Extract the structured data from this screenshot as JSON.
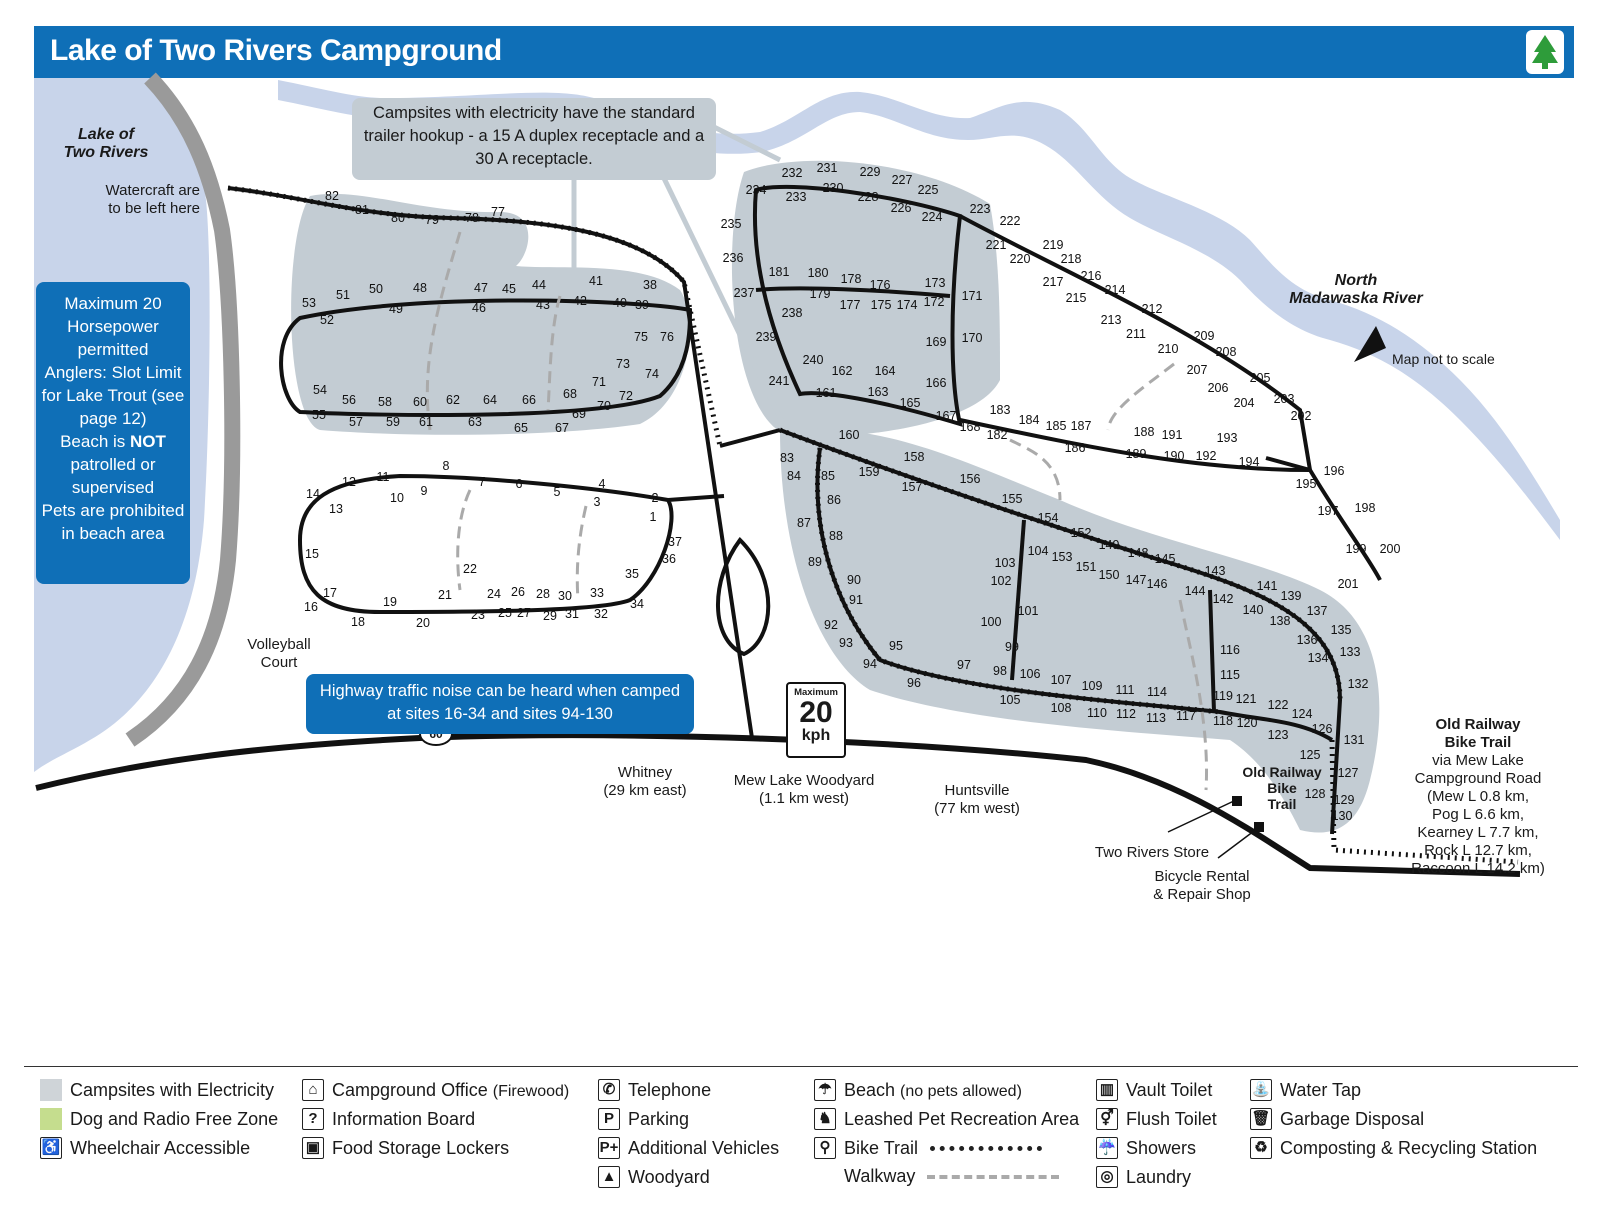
{
  "header": {
    "title": "Lake of Two Rivers Campground"
  },
  "colors": {
    "header_blue": "#0f6fb7",
    "electric_area": "#c3ccd3",
    "lake": "#c8d4ea",
    "river": "#c8d4ea",
    "road": "#111111"
  },
  "labels": {
    "lake": "Lake of\nTwo Rivers",
    "river": "North\nMadawaska River",
    "watercraft": "Watercraft are\nto be left here",
    "volleyball": "Volleyball\nCourt",
    "map_scale": "Map not to scale",
    "highway_number": "60",
    "whitney": "Whitney\n(29 km east)",
    "mew_lake": "Mew Lake Woodyard\n(1.1 km west)",
    "huntsville": "Huntsville\n(77 km west)",
    "store": "Two Rivers Store",
    "bike_rental": "Bicycle Rental\n& Repair Shop",
    "old_railway_local": "Old Railway\nBike\nTrail",
    "old_railway_title": "Old Railway\nBike Trail",
    "old_railway_details": "via Mew Lake\nCampground Road\n(Mew L 0.8 km,\nPog L 6.6 km,\nKearney L 7.7 km,\nRock L 12.7 km,\nRaccoon L 14.2 km)",
    "speed_max": "Maximum",
    "speed_value": "20",
    "speed_unit": "kph"
  },
  "notices": {
    "electric": "Campsites with electricity have the standard trailer hookup - a 15 A duplex receptacle and a 30 A receptacle.",
    "lake_rules_1": "Maximum 20 Horsepower permitted",
    "lake_rules_2": "Anglers: Slot Limit for Lake Trout (see page 12)",
    "lake_rules_3a": "Beach is ",
    "lake_rules_3b": "NOT",
    "lake_rules_3c": " patrolled or supervised",
    "lake_rules_4": "Pets are prohibited in beach area",
    "highway_noise": "Highway traffic noise can be heard when camped at sites 16-34 and sites 94-130"
  },
  "sites": [
    [
      "82",
      332,
      200
    ],
    [
      "81",
      362,
      214
    ],
    [
      "80",
      398,
      222
    ],
    [
      "79",
      432,
      224
    ],
    [
      "78",
      472,
      222
    ],
    [
      "77",
      498,
      216
    ],
    [
      "53",
      309,
      307
    ],
    [
      "51",
      343,
      299
    ],
    [
      "50",
      376,
      293
    ],
    [
      "48",
      420,
      292
    ],
    [
      "47",
      481,
      292
    ],
    [
      "45",
      509,
      293
    ],
    [
      "44",
      539,
      289
    ],
    [
      "41",
      596,
      285
    ],
    [
      "38",
      650,
      289
    ],
    [
      "52",
      327,
      324
    ],
    [
      "49",
      396,
      313
    ],
    [
      "46",
      479,
      312
    ],
    [
      "43",
      543,
      309
    ],
    [
      "42",
      580,
      305
    ],
    [
      "40",
      620,
      307
    ],
    [
      "39",
      642,
      309
    ],
    [
      "75",
      641,
      341
    ],
    [
      "76",
      667,
      341
    ],
    [
      "73",
      623,
      368
    ],
    [
      "74",
      652,
      378
    ],
    [
      "71",
      599,
      386
    ],
    [
      "72",
      626,
      400
    ],
    [
      "68",
      570,
      398
    ],
    [
      "70",
      604,
      410
    ],
    [
      "54",
      320,
      394
    ],
    [
      "56",
      349,
      404
    ],
    [
      "58",
      385,
      406
    ],
    [
      "60",
      420,
      406
    ],
    [
      "62",
      453,
      404
    ],
    [
      "64",
      490,
      404
    ],
    [
      "66",
      529,
      404
    ],
    [
      "55",
      319,
      419
    ],
    [
      "57",
      356,
      426
    ],
    [
      "59",
      393,
      426
    ],
    [
      "61",
      426,
      426
    ],
    [
      "63",
      475,
      426
    ],
    [
      "65",
      521,
      432
    ],
    [
      "67",
      562,
      432
    ],
    [
      "69",
      579,
      418
    ],
    [
      "8",
      446,
      470
    ],
    [
      "7",
      482,
      486
    ],
    [
      "6",
      519,
      488
    ],
    [
      "5",
      557,
      496
    ],
    [
      "4",
      602,
      488
    ],
    [
      "2",
      655,
      502
    ],
    [
      "3",
      597,
      506
    ],
    [
      "1",
      653,
      521
    ],
    [
      "11",
      383,
      481
    ],
    [
      "12",
      349,
      486
    ],
    [
      "9",
      424,
      495
    ],
    [
      "10",
      397,
      502
    ],
    [
      "14",
      313,
      498
    ],
    [
      "13",
      336,
      513
    ],
    [
      "37",
      675,
      546
    ],
    [
      "36",
      669,
      563
    ],
    [
      "35",
      632,
      578
    ],
    [
      "34",
      637,
      608
    ],
    [
      "33",
      597,
      597
    ],
    [
      "32",
      601,
      618
    ],
    [
      "30",
      565,
      600
    ],
    [
      "28",
      543,
      598
    ],
    [
      "26",
      518,
      596
    ],
    [
      "24",
      494,
      598
    ],
    [
      "22",
      470,
      573
    ],
    [
      "21",
      445,
      599
    ],
    [
      "31",
      572,
      618
    ],
    [
      "29",
      550,
      620
    ],
    [
      "27",
      524,
      617
    ],
    [
      "25",
      505,
      617
    ],
    [
      "23",
      478,
      619
    ],
    [
      "20",
      423,
      627
    ],
    [
      "15",
      312,
      558
    ],
    [
      "17",
      330,
      597
    ],
    [
      "16",
      311,
      611
    ],
    [
      "19",
      390,
      606
    ],
    [
      "18",
      358,
      626
    ],
    [
      "232",
      792,
      177
    ],
    [
      "231",
      827,
      172
    ],
    [
      "229",
      870,
      176
    ],
    [
      "227",
      902,
      184
    ],
    [
      "225",
      928,
      194
    ],
    [
      "223",
      980,
      213
    ],
    [
      "222",
      1010,
      225
    ],
    [
      "234",
      756,
      194
    ],
    [
      "233",
      796,
      201
    ],
    [
      "230",
      833,
      192
    ],
    [
      "228",
      868,
      201
    ],
    [
      "226",
      901,
      212
    ],
    [
      "224",
      932,
      221
    ],
    [
      "235",
      731,
      228
    ],
    [
      "236",
      733,
      262
    ],
    [
      "237",
      744,
      297
    ],
    [
      "238",
      792,
      317
    ],
    [
      "239",
      766,
      341
    ],
    [
      "240",
      813,
      364
    ],
    [
      "241",
      779,
      385
    ],
    [
      "181",
      779,
      276
    ],
    [
      "180",
      818,
      277
    ],
    [
      "178",
      851,
      283
    ],
    [
      "176",
      880,
      289
    ],
    [
      "173",
      935,
      287
    ],
    [
      "171",
      972,
      300
    ],
    [
      "179",
      820,
      298
    ],
    [
      "177",
      850,
      309
    ],
    [
      "175",
      881,
      309
    ],
    [
      "174",
      907,
      309
    ],
    [
      "172",
      934,
      306
    ],
    [
      "170",
      972,
      342
    ],
    [
      "169",
      936,
      346
    ],
    [
      "166",
      936,
      387
    ],
    [
      "164",
      885,
      375
    ],
    [
      "162",
      842,
      375
    ],
    [
      "161",
      826,
      397
    ],
    [
      "163",
      878,
      396
    ],
    [
      "165",
      910,
      407
    ],
    [
      "167",
      946,
      420
    ],
    [
      "168",
      970,
      431
    ],
    [
      "221",
      996,
      249
    ],
    [
      "220",
      1020,
      263
    ],
    [
      "219",
      1053,
      249
    ],
    [
      "218",
      1071,
      263
    ],
    [
      "217",
      1053,
      286
    ],
    [
      "216",
      1091,
      280
    ],
    [
      "215",
      1076,
      302
    ],
    [
      "214",
      1115,
      294
    ],
    [
      "213",
      1111,
      324
    ],
    [
      "212",
      1152,
      313
    ],
    [
      "211",
      1136,
      338
    ],
    [
      "210",
      1168,
      353
    ],
    [
      "209",
      1204,
      340
    ],
    [
      "208",
      1226,
      356
    ],
    [
      "207",
      1197,
      374
    ],
    [
      "206",
      1218,
      392
    ],
    [
      "205",
      1260,
      382
    ],
    [
      "204",
      1244,
      407
    ],
    [
      "203",
      1284,
      403
    ],
    [
      "202",
      1301,
      420
    ],
    [
      "183",
      1000,
      414
    ],
    [
      "184",
      1029,
      424
    ],
    [
      "185",
      1056,
      430
    ],
    [
      "187",
      1081,
      430
    ],
    [
      "182",
      997,
      439
    ],
    [
      "186",
      1075,
      452
    ],
    [
      "188",
      1144,
      436
    ],
    [
      "191",
      1172,
      439
    ],
    [
      "193",
      1227,
      442
    ],
    [
      "189",
      1136,
      458
    ],
    [
      "190",
      1174,
      460
    ],
    [
      "192",
      1206,
      460
    ],
    [
      "194",
      1249,
      466
    ],
    [
      "196",
      1334,
      475
    ],
    [
      "195",
      1306,
      488
    ],
    [
      "197",
      1328,
      515
    ],
    [
      "198",
      1365,
      512
    ],
    [
      "199",
      1356,
      553
    ],
    [
      "200",
      1390,
      553
    ],
    [
      "201",
      1348,
      588
    ],
    [
      "160",
      849,
      439
    ],
    [
      "158",
      914,
      461
    ],
    [
      "156",
      970,
      483
    ],
    [
      "159",
      869,
      476
    ],
    [
      "157",
      912,
      491
    ],
    [
      "155",
      1012,
      503
    ],
    [
      "154",
      1048,
      522
    ],
    [
      "83",
      787,
      462
    ],
    [
      "84",
      794,
      480
    ],
    [
      "85",
      828,
      480
    ],
    [
      "86",
      834,
      504
    ],
    [
      "87",
      804,
      527
    ],
    [
      "88",
      836,
      540
    ],
    [
      "89",
      815,
      566
    ],
    [
      "90",
      854,
      584
    ],
    [
      "91",
      856,
      604
    ],
    [
      "92",
      831,
      629
    ],
    [
      "93",
      846,
      647
    ],
    [
      "94",
      870,
      668
    ],
    [
      "95",
      896,
      650
    ],
    [
      "96",
      914,
      687
    ],
    [
      "97",
      964,
      669
    ],
    [
      "98",
      1000,
      675
    ],
    [
      "99",
      1012,
      651
    ],
    [
      "100",
      991,
      626
    ],
    [
      "101",
      1028,
      615
    ],
    [
      "102",
      1001,
      585
    ],
    [
      "103",
      1005,
      567
    ],
    [
      "104",
      1038,
      555
    ],
    [
      "153",
      1062,
      561
    ],
    [
      "151",
      1086,
      571
    ],
    [
      "152",
      1081,
      537
    ],
    [
      "150",
      1109,
      579
    ],
    [
      "149",
      1109,
      549
    ],
    [
      "148",
      1138,
      557
    ],
    [
      "147",
      1136,
      584
    ],
    [
      "145",
      1165,
      563
    ],
    [
      "146",
      1157,
      588
    ],
    [
      "144",
      1195,
      595
    ],
    [
      "143",
      1215,
      575
    ],
    [
      "142",
      1223,
      603
    ],
    [
      "141",
      1267,
      590
    ],
    [
      "140",
      1253,
      614
    ],
    [
      "139",
      1291,
      600
    ],
    [
      "138",
      1280,
      625
    ],
    [
      "137",
      1317,
      615
    ],
    [
      "136",
      1307,
      644
    ],
    [
      "135",
      1341,
      634
    ],
    [
      "134",
      1318,
      662
    ],
    [
      "133",
      1350,
      656
    ],
    [
      "132",
      1358,
      688
    ],
    [
      "131",
      1354,
      744
    ],
    [
      "127",
      1348,
      777
    ],
    [
      "129",
      1344,
      804
    ],
    [
      "130",
      1342,
      820
    ],
    [
      "128",
      1315,
      798
    ],
    [
      "125",
      1310,
      759
    ],
    [
      "126",
      1322,
      733
    ],
    [
      "124",
      1302,
      718
    ],
    [
      "123",
      1278,
      739
    ],
    [
      "122",
      1278,
      709
    ],
    [
      "121",
      1246,
      703
    ],
    [
      "120",
      1247,
      727
    ],
    [
      "119",
      1223,
      700
    ],
    [
      "118",
      1223,
      725
    ],
    [
      "117",
      1186,
      720
    ],
    [
      "116",
      1230,
      654
    ],
    [
      "115",
      1230,
      679
    ],
    [
      "114",
      1157,
      696
    ],
    [
      "113",
      1156,
      722
    ],
    [
      "112",
      1126,
      718
    ],
    [
      "111",
      1125,
      694
    ],
    [
      "110",
      1097,
      717
    ],
    [
      "109",
      1092,
      690
    ],
    [
      "108",
      1061,
      712
    ],
    [
      "107",
      1061,
      684
    ],
    [
      "106",
      1030,
      678
    ],
    [
      "105",
      1010,
      704
    ]
  ],
  "legend": {
    "electric": "Campsites with Electricity",
    "dog_radio": "Dog and Radio Free Zone",
    "wheelchair": "Wheelchair Accessible",
    "office_a": "Campground Office ",
    "office_b": "(Firewood)",
    "info_board": "Information Board",
    "food_lockers": "Food Storage Lockers",
    "telephone": "Telephone",
    "parking": "Parking",
    "additional_vehicles": "Additional Vehicles",
    "woodyard": "Woodyard",
    "beach_a": "Beach ",
    "beach_b": "(no pets allowed)",
    "leashed_pet": "Leashed Pet Recreation Area",
    "bike_trail": "Bike Trail",
    "walkway": "Walkway",
    "vault_toilet": "Vault Toilet",
    "flush_toilet": "Flush Toilet",
    "showers": "Showers",
    "laundry": "Laundry",
    "water_tap": "Water Tap",
    "garbage": "Garbage Disposal",
    "composting": "Composting & Recycling Station"
  }
}
